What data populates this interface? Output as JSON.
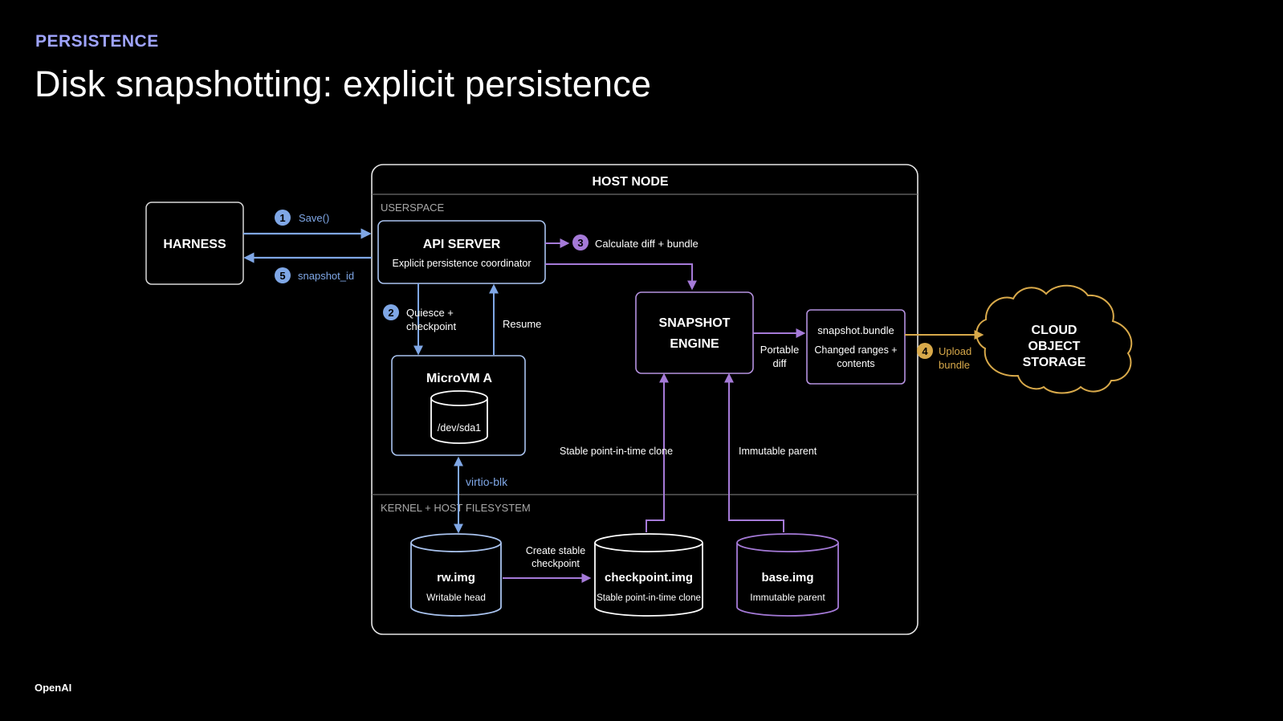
{
  "header": {
    "kicker": "PERSISTENCE",
    "title": "Disk snapshotting: explicit persistence"
  },
  "footer": {
    "brand": "OpenAI"
  },
  "colors": {
    "background": "#000000",
    "kicker": "#9fa4ff",
    "blue": "#7fa7e6",
    "purple": "#a57ad8",
    "gold": "#d8a94a",
    "white": "#ffffff",
    "gray": "#8a8a8a"
  },
  "diagram": {
    "harness": {
      "label": "HARNESS"
    },
    "host_node": {
      "title": "HOST NODE",
      "userspace_label": "USERSPACE",
      "kernel_label": "KERNEL + HOST FILESYSTEM"
    },
    "api_server": {
      "title": "API SERVER",
      "subtitle": "Explicit persistence coordinator"
    },
    "microvm": {
      "title": "MicroVM A",
      "disk": "/dev/sda1"
    },
    "snapshot_engine": {
      "line1": "SNAPSHOT",
      "line2": "ENGINE"
    },
    "snapshot_bundle": {
      "title": "snapshot.bundle",
      "line1": "Changed ranges +",
      "line2": "contents"
    },
    "cloud": {
      "line1": "CLOUD",
      "line2": "OBJECT",
      "line3": "STORAGE"
    },
    "disks": {
      "rw": {
        "name": "rw.img",
        "desc": "Writable head"
      },
      "checkpoint": {
        "name": "checkpoint.img",
        "desc": "Stable point-in-time clone"
      },
      "base": {
        "name": "base.img",
        "desc": "Immutable parent"
      }
    },
    "steps": {
      "s1": {
        "num": "1",
        "label": "Save()"
      },
      "s2": {
        "num": "2",
        "line1": "Quiesce +",
        "line2": "checkpoint"
      },
      "s3": {
        "num": "3",
        "label": "Calculate diff + bundle"
      },
      "s4": {
        "num": "4",
        "line1": "Upload",
        "line2": "bundle"
      },
      "s5": {
        "num": "5",
        "label": "snapshot_id"
      }
    },
    "edge_labels": {
      "resume": "Resume",
      "virtio": "virtio-blk",
      "portable_line1": "Portable",
      "portable_line2": "diff",
      "stable_clone": "Stable point-in-time clone",
      "immutable_parent": "Immutable parent",
      "create_line1": "Create stable",
      "create_line2": "checkpoint"
    }
  }
}
